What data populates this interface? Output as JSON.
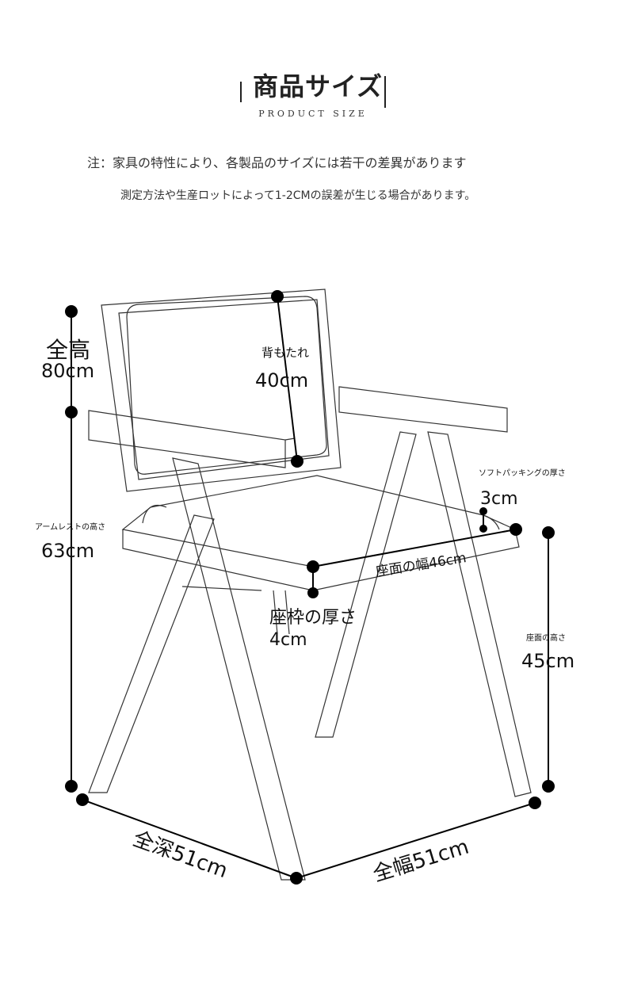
{
  "header": {
    "title": "商品サイズ",
    "subtitle": "PRODUCT SIZE"
  },
  "notes": [
    "注：家具の特性により、各製品のサイズには若干の差異があります",
    "測定方法や生産ロットによって1-2CMの誤差が生じる場合があります。"
  ],
  "dimensions": {
    "total_height": {
      "label": "全高",
      "value": "80cm"
    },
    "backrest": {
      "label": "背もたれ",
      "value": "40cm"
    },
    "armrest_height": {
      "label": "アームレストの高さ",
      "value": "63cm"
    },
    "cushion_thickness": {
      "label": "ソフトパッキングの厚さ",
      "value": "3cm"
    },
    "seat_width": {
      "label": "座面の幅46cm"
    },
    "frame_thickness": {
      "label": "座枠の厚さ",
      "value": "4cm"
    },
    "seat_height": {
      "label": "座面の高さ",
      "value": "45cm"
    },
    "total_depth": {
      "label": "全深51cm"
    },
    "total_width": {
      "label": "全幅51cm"
    }
  }
}
